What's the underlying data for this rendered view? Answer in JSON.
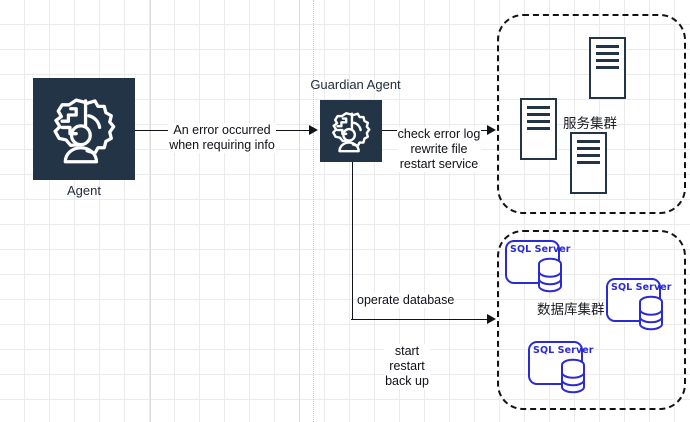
{
  "diagram": {
    "title": "Guardian Agent architecture diagram",
    "background": {
      "grid_color": "#ebebeb",
      "page_color": "#ffffff"
    },
    "colors": {
      "node_fill": "#243447",
      "node_icon": "#ffffff",
      "connector": "#101418",
      "cluster_border": "#111417",
      "sql_blue": "#2b2bd4",
      "text": "#0e1116"
    },
    "nodes": [
      {
        "id": "agent",
        "label": "Agent",
        "icon": "brain-gear-person-icon",
        "label_position": "below"
      },
      {
        "id": "guardian-agent",
        "label": "Guardian Agent",
        "icon": "brain-gear-person-icon",
        "label_position": "above"
      }
    ],
    "edges": [
      {
        "id": "agent-to-guardian",
        "from": "agent",
        "to": "guardian-agent",
        "label": "An error occurred\nwhen requiring info"
      },
      {
        "id": "guardian-to-servers",
        "from": "guardian-agent",
        "to": "server-cluster",
        "label": "check error log\nrewrite file\nrestart service"
      },
      {
        "id": "guardian-to-databases",
        "from": "guardian-agent",
        "to": "database-cluster",
        "label": "operate database",
        "sub_label": "start\nrestart\nback up"
      }
    ],
    "clusters": [
      {
        "id": "server-cluster",
        "label": "服务集群",
        "border_style": "dashed",
        "items": [
          {
            "type": "server-icon",
            "name": "server-icon-1"
          },
          {
            "type": "server-icon",
            "name": "server-icon-2"
          },
          {
            "type": "server-icon",
            "name": "server-icon-3"
          }
        ]
      },
      {
        "id": "database-cluster",
        "label": "数据库集群",
        "border_style": "dashed",
        "items": [
          {
            "type": "sql-server-icon",
            "name": "sql-server-icon-1",
            "label": "SQL Server"
          },
          {
            "type": "sql-server-icon",
            "name": "sql-server-icon-2",
            "label": "SQL Server"
          },
          {
            "type": "sql-server-icon",
            "name": "sql-server-icon-3",
            "label": "SQL Server"
          }
        ]
      }
    ]
  }
}
